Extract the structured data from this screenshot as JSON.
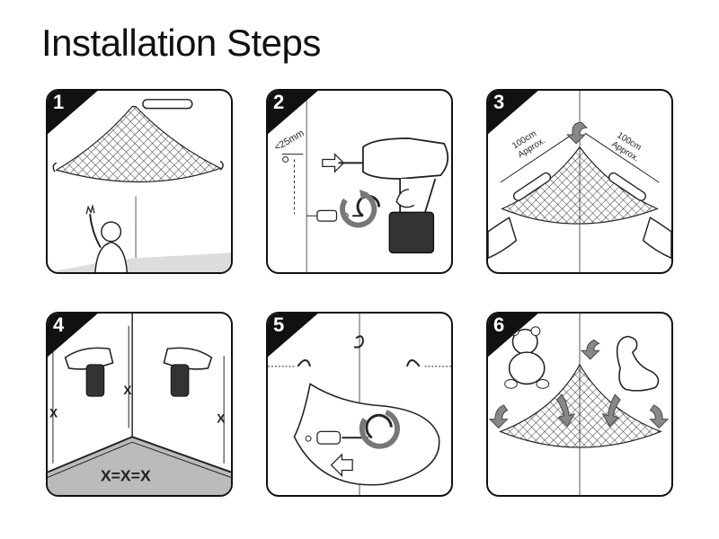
{
  "page": {
    "title": "Installation Steps"
  },
  "steps": [
    {
      "number": "1"
    },
    {
      "number": "2",
      "measure": "<25mm"
    },
    {
      "number": "3",
      "left_distance": "100cm\nApprox.",
      "right_distance": "100cm\nApprox."
    },
    {
      "number": "4",
      "mark": "X",
      "equation": "X=X=X"
    },
    {
      "number": "5"
    },
    {
      "number": "6"
    }
  ]
}
